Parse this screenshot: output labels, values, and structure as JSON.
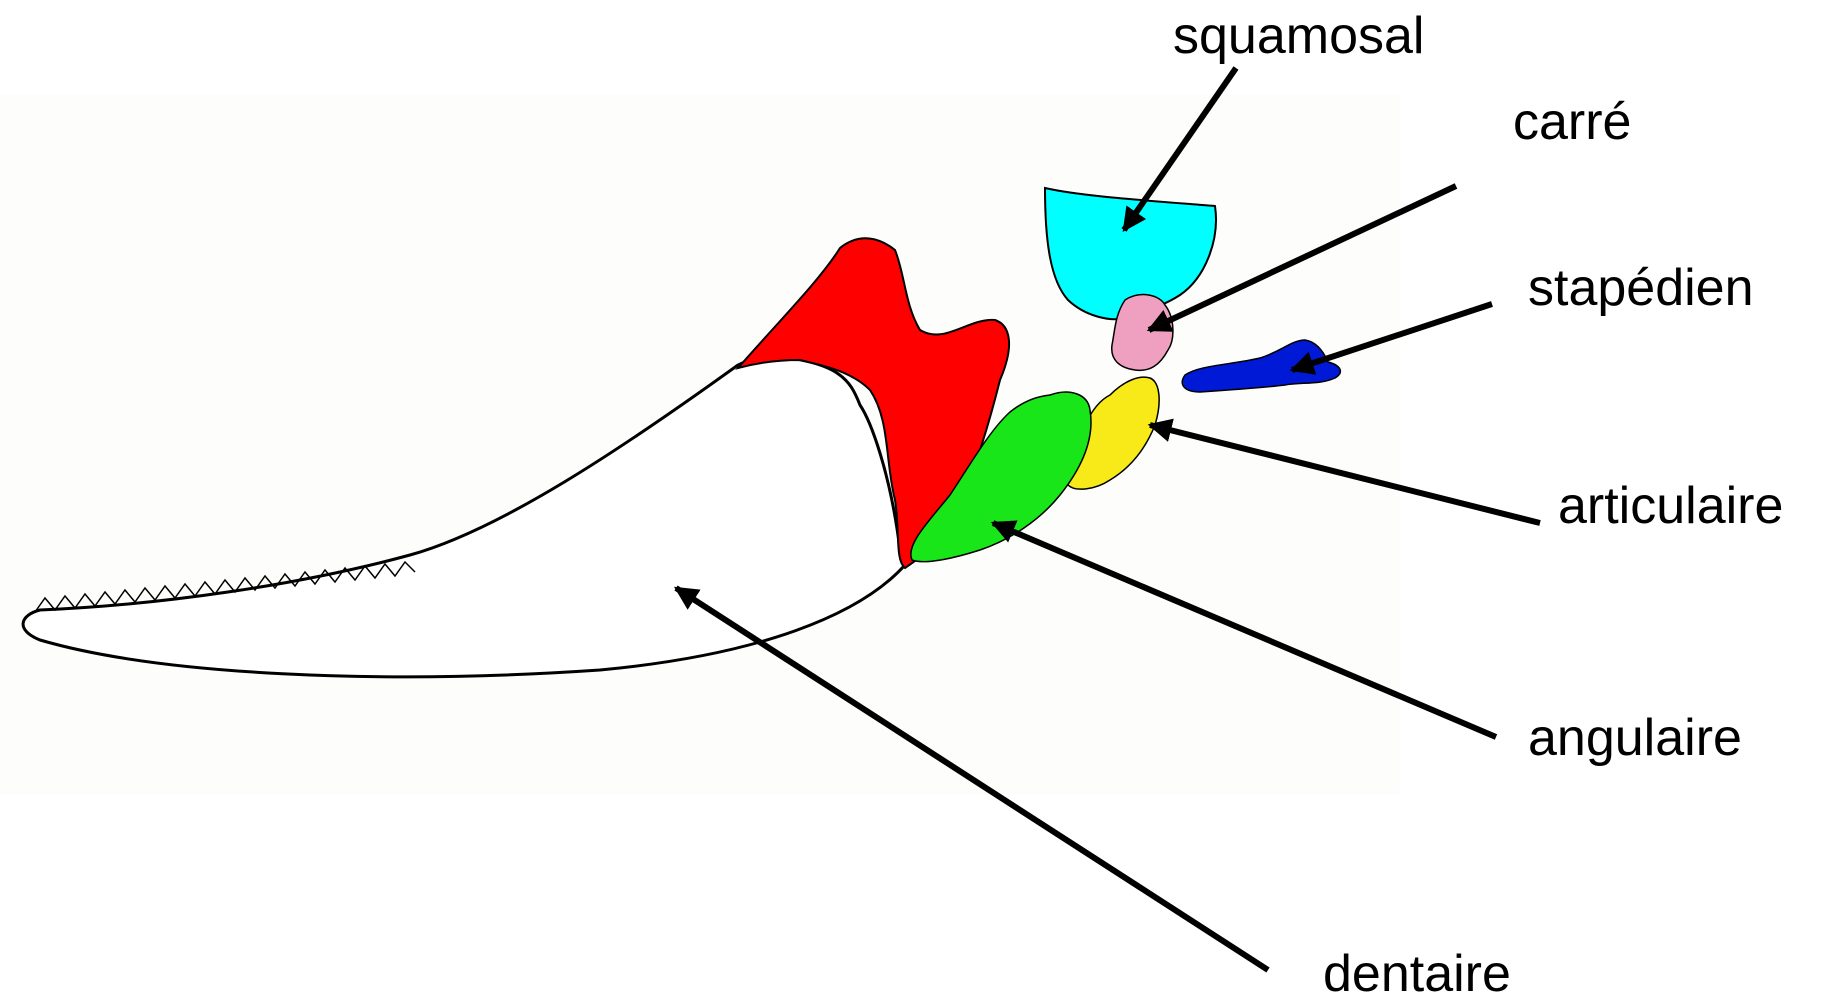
{
  "labels": {
    "squamosal": "squamosal",
    "carre": "carré",
    "stapedien": "stapédien",
    "articulaire": "articulaire",
    "angulaire": "angulaire",
    "dentaire": "dentaire"
  },
  "colors": {
    "squamosal": "#00ffff",
    "carre": "#ef9fbf",
    "stapedien": "#0019d6",
    "articulaire": "#f8ea18",
    "angulaire": "#18e618",
    "coronoid_region": "#ff0000",
    "outline": "#000000",
    "arrow": "#000000"
  }
}
